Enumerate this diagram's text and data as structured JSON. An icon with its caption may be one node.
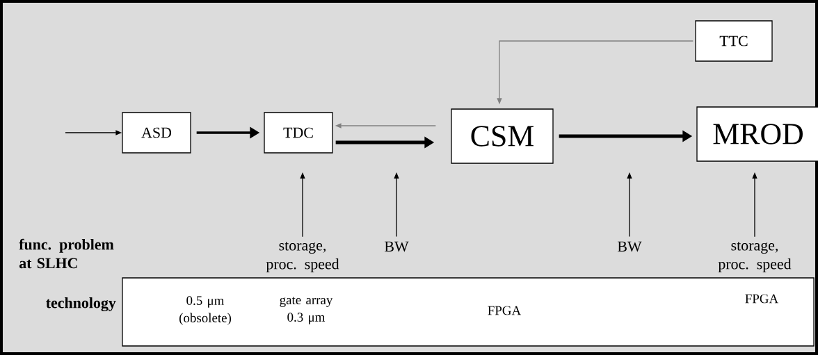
{
  "diagram": {
    "nodes": [
      {
        "text": [
          "ASD"
        ]
      },
      {
        "text": [
          "TDC"
        ]
      },
      {
        "text": [
          "CSM"
        ]
      },
      {
        "text": [
          "MROD"
        ]
      },
      {
        "text": [
          "TTC"
        ]
      },
      {
        "text": [
          "storage, proc. speed"
        ]
      },
      {
        "text": [
          "BW"
        ]
      },
      {
        "text": [
          "BW"
        ]
      },
      {
        "text": [
          "storage, proc. speed"
        ]
      },
      {
        "text": [
          "technology",
          "0.5 μm (obsolete)",
          "gate array 0.3 μm",
          "FPGA",
          "FPGA"
        ]
      }
    ],
    "edges": [
      {
        "from": null,
        "to": 0,
        "arrow": "to"
      },
      {
        "from": 0,
        "to": 1,
        "arrow": "to",
        "style": "thick"
      },
      {
        "from": 1,
        "to": 2,
        "arrow": "to",
        "style": "thick"
      },
      {
        "from": 2,
        "to": 1,
        "arrow": "to",
        "color": "#808080"
      },
      {
        "from": 2,
        "to": 3,
        "arrow": "to",
        "style": "thick"
      },
      {
        "from": 4,
        "to": 2,
        "arrow": "to",
        "color": "#808080"
      },
      {
        "from": 5,
        "to": null,
        "arrow": "to"
      },
      {
        "from": 6,
        "to": null,
        "arrow": "to"
      },
      {
        "from": 7,
        "to": null,
        "arrow": "to"
      },
      {
        "from": 8,
        "to": null,
        "arrow": "to"
      }
    ],
    "labels": [
      "func. problem at SLHC"
    ]
  }
}
